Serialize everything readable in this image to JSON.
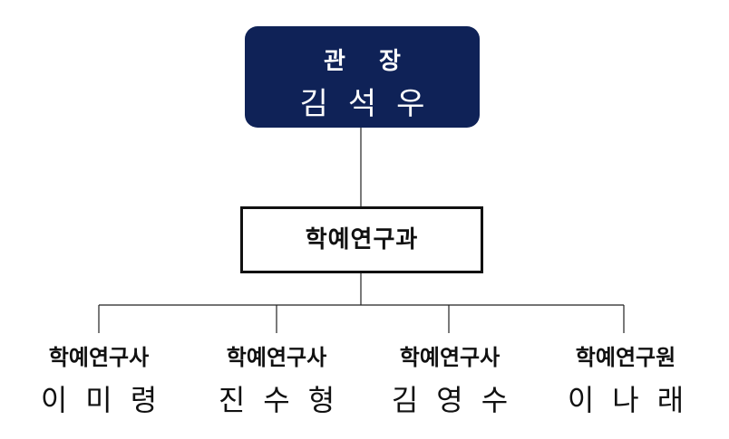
{
  "director": {
    "title": "관 장",
    "name": "김석우"
  },
  "department": {
    "name": "학예연구과"
  },
  "staff": [
    {
      "role": "학예연구사",
      "name": "이미령"
    },
    {
      "role": "학예연구사",
      "name": "진수형"
    },
    {
      "role": "학예연구사",
      "name": "김영수"
    },
    {
      "role": "학예연구원",
      "name": "이나래"
    }
  ],
  "colors": {
    "director_fill": "#0f2257",
    "line": "#222222",
    "text": "#111111"
  }
}
